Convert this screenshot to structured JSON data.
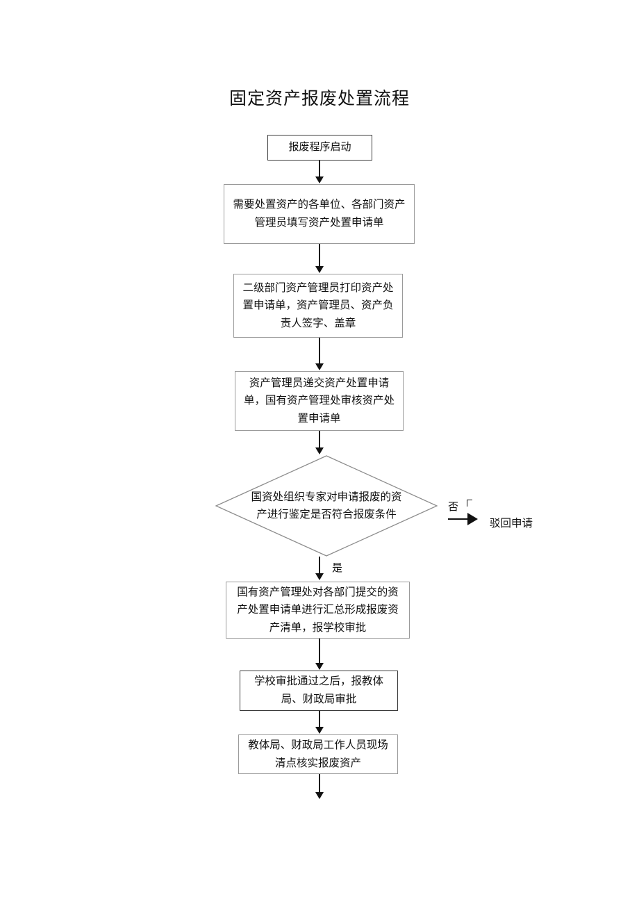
{
  "document": {
    "title": "固定资产报废处置流程"
  },
  "flow": {
    "type": "flowchart",
    "orientation": "top-to-bottom",
    "nodes": [
      {
        "id": "start",
        "shape": "rect",
        "label": "报废程序启动"
      },
      {
        "id": "fill",
        "shape": "rect",
        "label": "需要处置资产的各单位、各部门资产管理员填写资产处置申请单"
      },
      {
        "id": "print",
        "shape": "rect",
        "label": "二级部门资产管理员打印资产处置申请单，资产管理员、资产负责人签字、盖章"
      },
      {
        "id": "submit",
        "shape": "rect",
        "label": "资产管理员递交资产处置申请单，国有资产管理处审核资产处置申请单"
      },
      {
        "id": "decision",
        "shape": "diamond",
        "label": "国资处组织专家对申请报废的资产进行鉴定是否符合报废条件"
      },
      {
        "id": "reject",
        "shape": "text",
        "label": "驳回申请"
      },
      {
        "id": "summary",
        "shape": "rect",
        "label": "国有资产管理处对各部门提交的资产处置申请单进行汇总形成报废资产清单，报学校审批"
      },
      {
        "id": "bureau",
        "shape": "rect",
        "label": "学校审批通过之后，报教体局、财政局审批"
      },
      {
        "id": "onsite",
        "shape": "rect",
        "label": "教体局、财政局工作人员现场清点核实报废资产"
      }
    ],
    "branch_labels": {
      "yes": "是",
      "no": "否"
    }
  }
}
